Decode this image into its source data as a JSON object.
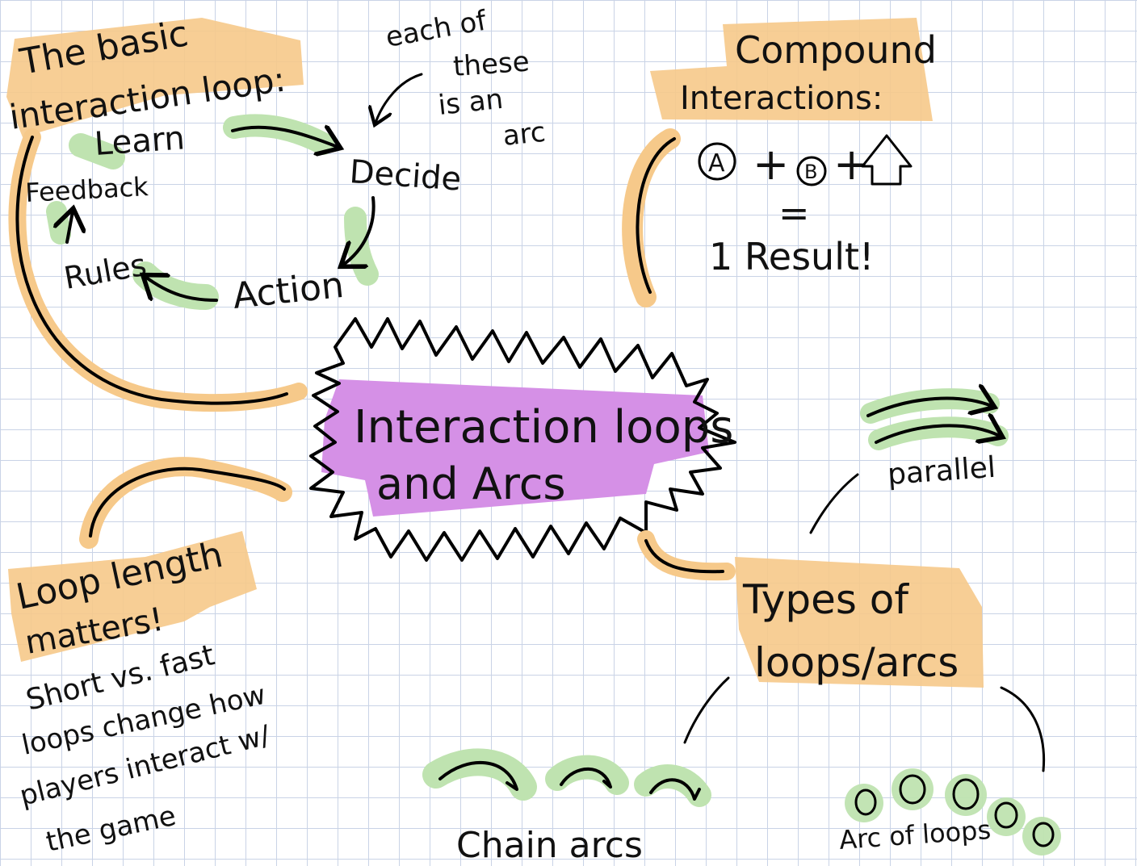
{
  "basic_loop": {
    "title_line1": "The basic",
    "title_line2": "interaction loop:",
    "steps": {
      "learn": "Learn",
      "decide": "Decide",
      "action": "Action",
      "rules": "Rules",
      "feedback": "Feedback"
    },
    "arc_note": [
      "each of",
      "these",
      "is an",
      "arc"
    ]
  },
  "compound": {
    "title_line1": "Compound",
    "title_line2": "Interactions:",
    "circle_a": "A",
    "circle_b": "B",
    "plus": "+",
    "equals": "=",
    "result": "1 Result!"
  },
  "center": {
    "line1": "Interaction loops",
    "line2": "and Arcs"
  },
  "loop_length": {
    "title_line1": "Loop length",
    "title_line2": "matters!",
    "body": [
      "Short vs. fast",
      "loops change how",
      "players interact w/",
      "the game"
    ]
  },
  "types": {
    "title_line1": "Types of",
    "title_line2": "loops/arcs",
    "parallel": "parallel",
    "chain": "Chain arcs",
    "arc_of_loops": "Arc of loops"
  },
  "colors": {
    "orange_highlight": "#f6c98a",
    "green_highlight": "#bfe3b0",
    "purple_highlight": "#d590e6",
    "grid": "#c9d3e6",
    "ink": "#000000"
  }
}
